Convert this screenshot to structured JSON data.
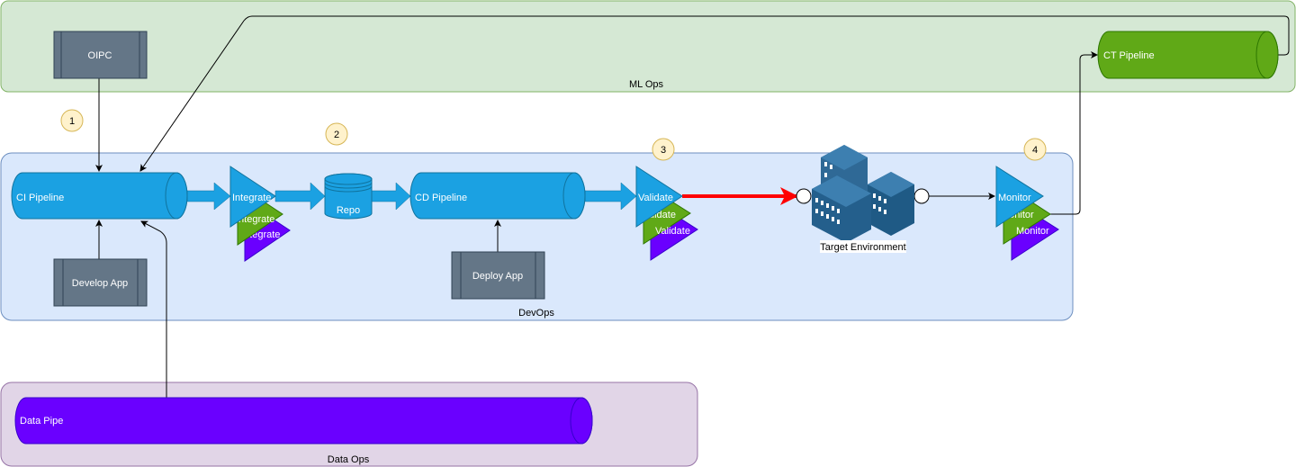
{
  "zones": {
    "mlops": {
      "label": "ML Ops",
      "fill": "#d5e8d4",
      "stroke": "#82b366"
    },
    "devops": {
      "label": "DevOps",
      "fill": "#dae8fc",
      "stroke": "#6c8ebf"
    },
    "dataops": {
      "label": "Data Ops",
      "fill": "#e1d5e7",
      "stroke": "#9673a6"
    }
  },
  "processes": {
    "oipc": "OIPC",
    "develop": "Develop App",
    "deploy": "Deploy App"
  },
  "pipelines": {
    "ct": "CT Pipeline",
    "ci": "CI Pipeline",
    "cd": "CD Pipeline",
    "data": "Data Pipe"
  },
  "repo": "Repo",
  "stages": {
    "integrate": "Integrate",
    "validate": "Validate",
    "monitor": "Monitor"
  },
  "target": {
    "label": "Target Environment",
    "icon": "office-buildings-icon"
  },
  "badges": [
    "1",
    "2",
    "3",
    "4"
  ],
  "colors": {
    "blue": "#1ba1e2",
    "green": "#60a917",
    "purple": "#6a00ff",
    "process": "#647687",
    "badge": "#fff2cc",
    "red_arrow": "#ff0000"
  }
}
